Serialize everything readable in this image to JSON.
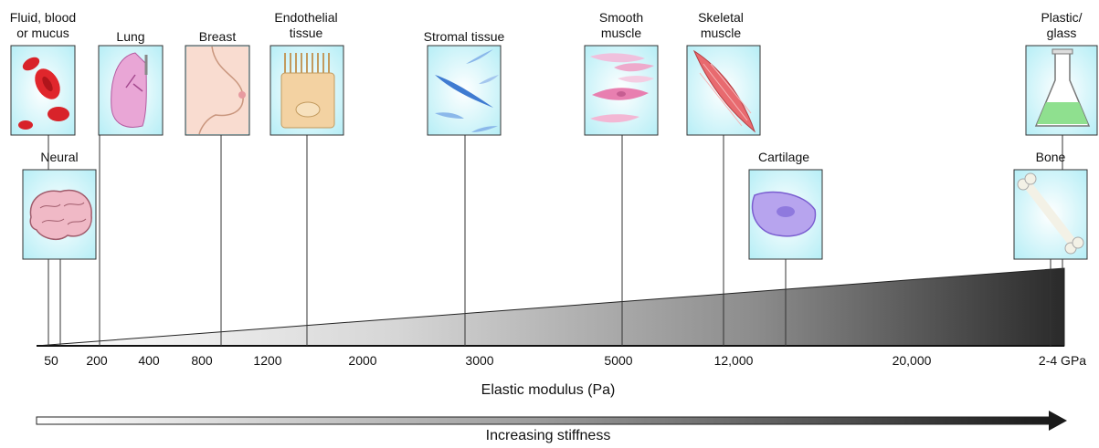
{
  "tissues": [
    {
      "id": "fluid",
      "label": "Fluid, blood\nor mucus",
      "icon": "red-blood-cells-icon"
    },
    {
      "id": "lung",
      "label": "Lung",
      "icon": "lung-icon"
    },
    {
      "id": "breast",
      "label": "Breast",
      "icon": "breast-icon"
    },
    {
      "id": "endothelial",
      "label": "Endothelial\ntissue",
      "icon": "endothelial-cells-icon"
    },
    {
      "id": "stromal",
      "label": "Stromal tissue",
      "icon": "stromal-cells-icon"
    },
    {
      "id": "smooth",
      "label": "Smooth\nmuscle",
      "icon": "smooth-muscle-cells-icon"
    },
    {
      "id": "skeletal",
      "label": "Skeletal\nmuscle",
      "icon": "skeletal-muscle-icon"
    },
    {
      "id": "plastic",
      "label": "Plastic/\nglass",
      "icon": "flask-icon"
    },
    {
      "id": "neural",
      "label": "Neural",
      "icon": "brain-icon"
    },
    {
      "id": "cartilage",
      "label": "Cartilage",
      "icon": "chondrocyte-icon"
    },
    {
      "id": "bone",
      "label": "Bone",
      "icon": "bone-icon"
    }
  ],
  "axis": {
    "ticks": [
      "50",
      "200",
      "400",
      "800",
      "1200",
      "2000",
      "3000",
      "5000",
      "12,000",
      "20,000",
      "2-4 GPa"
    ],
    "title": "Elastic modulus (Pa)"
  },
  "arrow": {
    "label": "Increasing stiffness"
  },
  "colors": {
    "panel_bg": "#c9f1f7",
    "panel_border": "#333333",
    "wedge_light": "#ffffff",
    "wedge_dark": "#2a2a2a"
  }
}
